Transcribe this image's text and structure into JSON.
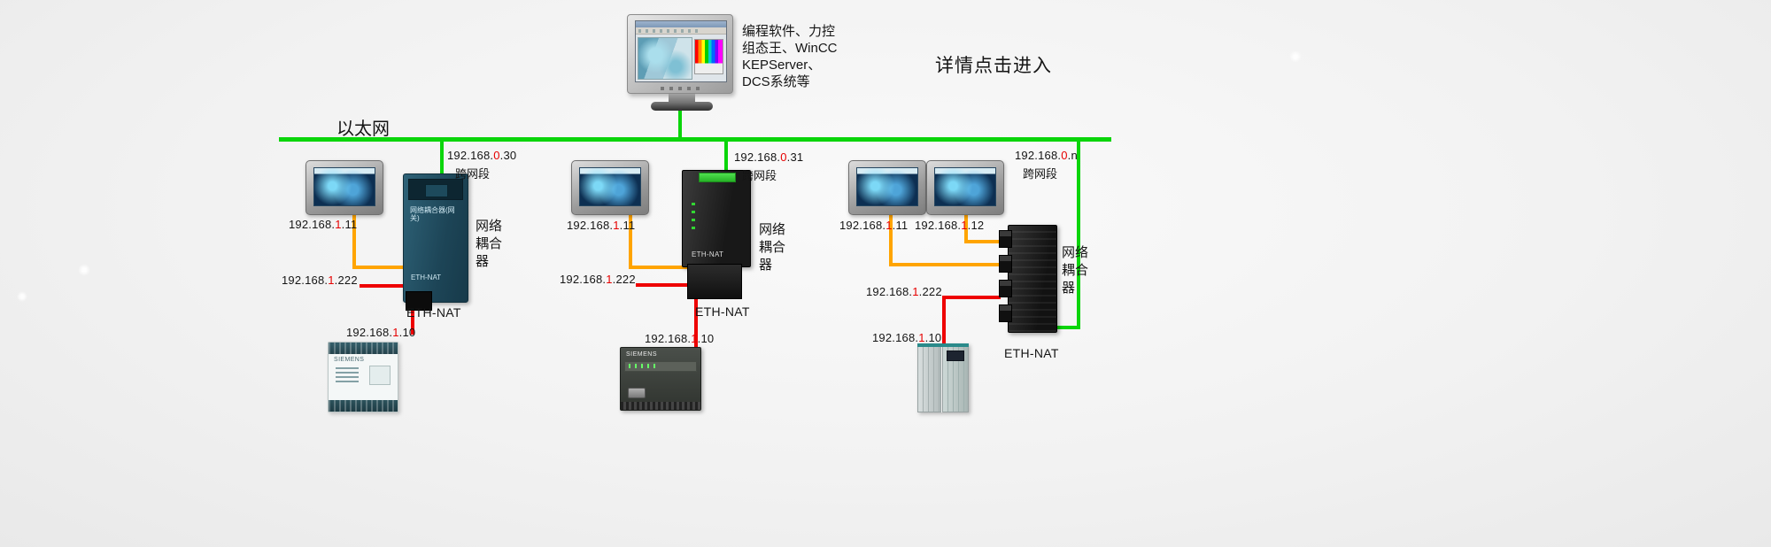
{
  "page": {
    "detail_link": "详情点击进入",
    "ethernet_label": "以太网"
  },
  "monitor": {
    "caption_lines": [
      "编程软件、力控",
      "组态王、WinCC",
      "KEPServer、",
      "DCS系统等"
    ]
  },
  "colors": {
    "ethernet_green": "#0ad50a",
    "hmi_cable_orange": "#ffa400",
    "plc_cable_red": "#ee0000",
    "ip_highlight_red": "#e60000"
  },
  "groups": [
    {
      "cross_ip": {
        "prefix": "192.168.",
        "octet": "0",
        "suffix": ".30"
      },
      "cross_label": "跨网段",
      "hmis": [
        {
          "ip": {
            "prefix": "192.168.",
            "octet": "1",
            "suffix": ".11"
          }
        }
      ],
      "coupler_label_lines": [
        "网络",
        "耦合",
        "器"
      ],
      "coupler_device_text": "网络耦合器(网关)",
      "coupler_marking": "ETH-NAT",
      "coupler_name": "ETH-NAT",
      "nat_ip": {
        "prefix": "192.168.",
        "octet": "1",
        "suffix": ".222"
      },
      "plc_ip": {
        "prefix": "192.168.",
        "octet": "1",
        "suffix": ".10"
      },
      "plc_brand": "SIEMENS"
    },
    {
      "cross_ip": {
        "prefix": "192.168.",
        "octet": "0",
        "suffix": ".31"
      },
      "cross_label": "跨网段",
      "hmis": [
        {
          "ip": {
            "prefix": "192.168.",
            "octet": "1",
            "suffix": ".11"
          }
        }
      ],
      "coupler_label_lines": [
        "网络",
        "耦合",
        "器"
      ],
      "coupler_marking": "ETH-NAT",
      "coupler_name": "ETH-NAT",
      "nat_ip": {
        "prefix": "192.168.",
        "octet": "1",
        "suffix": ".222"
      },
      "plc_ip": {
        "prefix": "192.168.",
        "octet": "1",
        "suffix": ".10"
      },
      "plc_brand": "SIEMENS"
    },
    {
      "cross_ip": {
        "prefix": "192.168.",
        "octet": "0",
        "suffix": ".n"
      },
      "cross_label": "跨网段",
      "hmis": [
        {
          "ip": {
            "prefix": "192.168.",
            "octet": "1",
            "suffix": ".11"
          }
        },
        {
          "ip": {
            "prefix": "192.168.",
            "octet": "1",
            "suffix": ".12"
          }
        }
      ],
      "coupler_label_lines": [
        "网络",
        "耦合",
        "器"
      ],
      "coupler_name": "ETH-NAT",
      "nat_ip": {
        "prefix": "192.168.",
        "octet": "1",
        "suffix": ".222"
      },
      "plc_ip": {
        "prefix": "192.168.",
        "octet": "1",
        "suffix": ".10"
      }
    }
  ]
}
